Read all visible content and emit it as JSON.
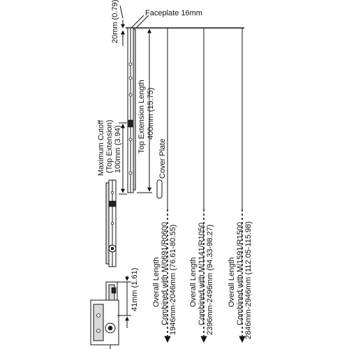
{
  "labels": {
    "faceplate": "Faceplate 16mm",
    "dim_20": "20mm (0.79)",
    "top_ext_length_1": "Top Extension Length",
    "top_ext_length_2": "400mm (15.75)",
    "cover_plate": "Cover Plate",
    "max_cutoff_1": "Maximum Cutoff",
    "max_cutoff_2": "(Top Extension)",
    "max_cutoff_3": "100mm (3.94)",
    "dim_41": "41mm (1.61)"
  },
  "overall_lengths": [
    {
      "title": "Overall Length",
      "combined": "Combined with M/0691/R0600",
      "range": "1946mm-2046mm (76.61-80.55)"
    },
    {
      "title": "Overall Length",
      "combined": "Combined with M/1141/R1050",
      "range": "2396mm-2496mm (94.33-98.27)"
    },
    {
      "title": "Overall Length",
      "combined": "Combined with M/1591/R1500",
      "range": "2846mm-2946mm (112.05-115.98)"
    }
  ]
}
